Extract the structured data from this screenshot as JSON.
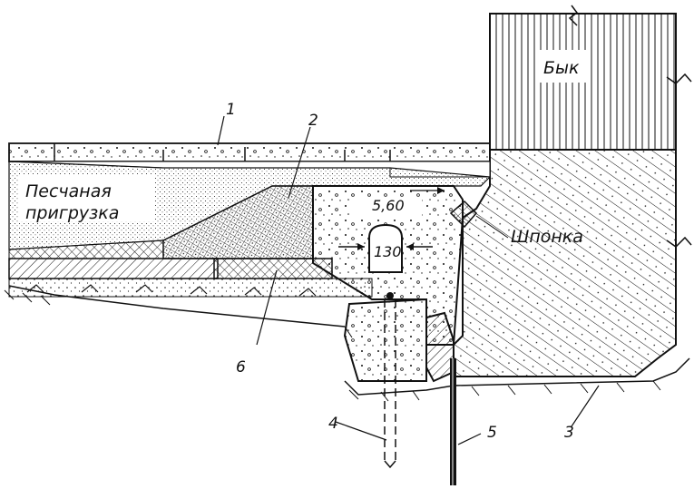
{
  "diagram": {
    "labels": {
      "pier": "Бык",
      "sand_load": [
        "Песчаная",
        "пригрузка"
      ],
      "key": "Шпонка",
      "level": "5,60",
      "gallery": "130"
    },
    "callouts": [
      "1",
      "2",
      "3",
      "4",
      "5",
      "6"
    ],
    "colors": {
      "ink": "#111111",
      "paper": "#ffffff"
    }
  }
}
